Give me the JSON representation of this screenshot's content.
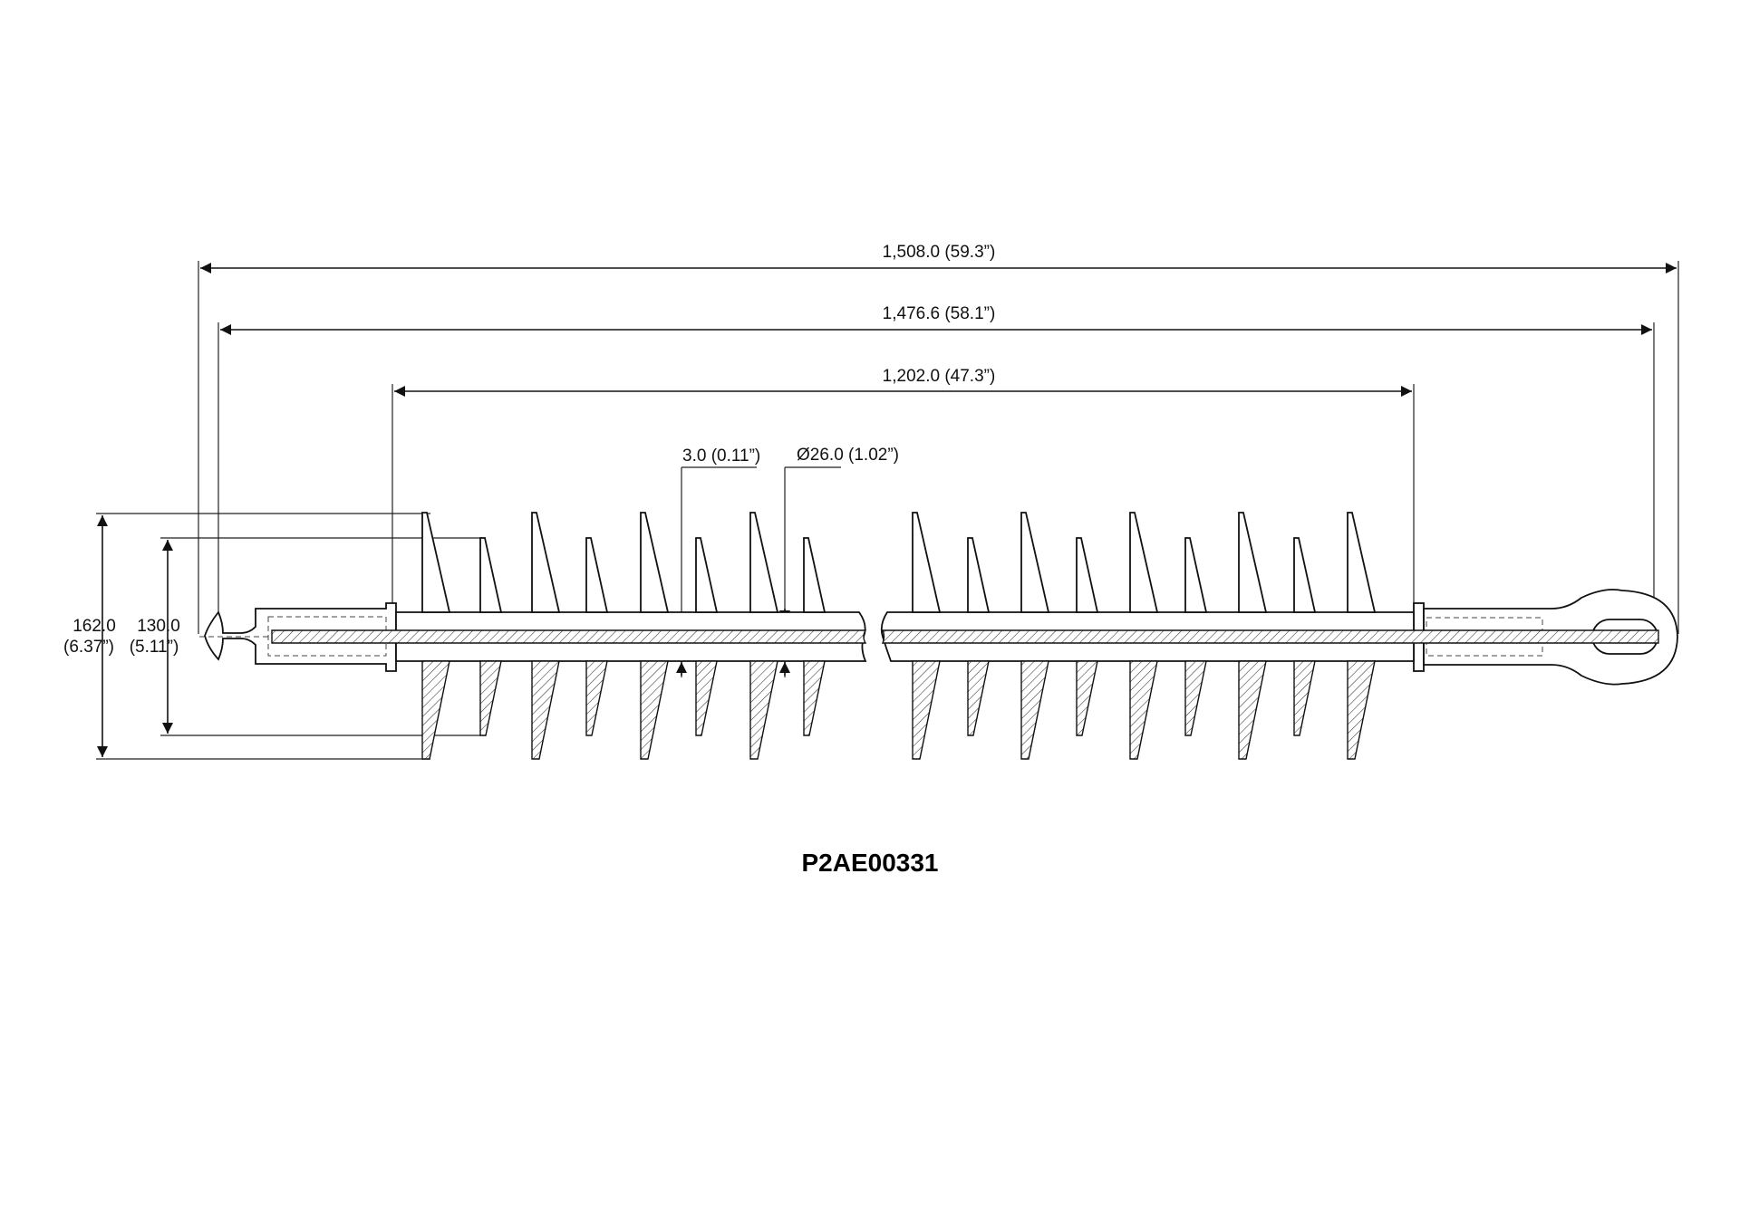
{
  "dimensions": {
    "overall_length": "1,508.0 (59.3”)",
    "eye_to_ball_length": "1,476.6 (58.1”)",
    "insulation_length": "1,202.0 (47.3”)",
    "shed_thickness": "3.0 (0.11”)",
    "rod_diameter": "Ø26.0 (1.02”)",
    "large_shed_diameter_mm": "162.0",
    "large_shed_diameter_in": "(6.37”)",
    "small_shed_diameter_mm": "130.0",
    "small_shed_diameter_in": "(5.11”)"
  },
  "part_number": "P2AE00331",
  "colors": {
    "line": "#111111",
    "background": "#ffffff"
  }
}
